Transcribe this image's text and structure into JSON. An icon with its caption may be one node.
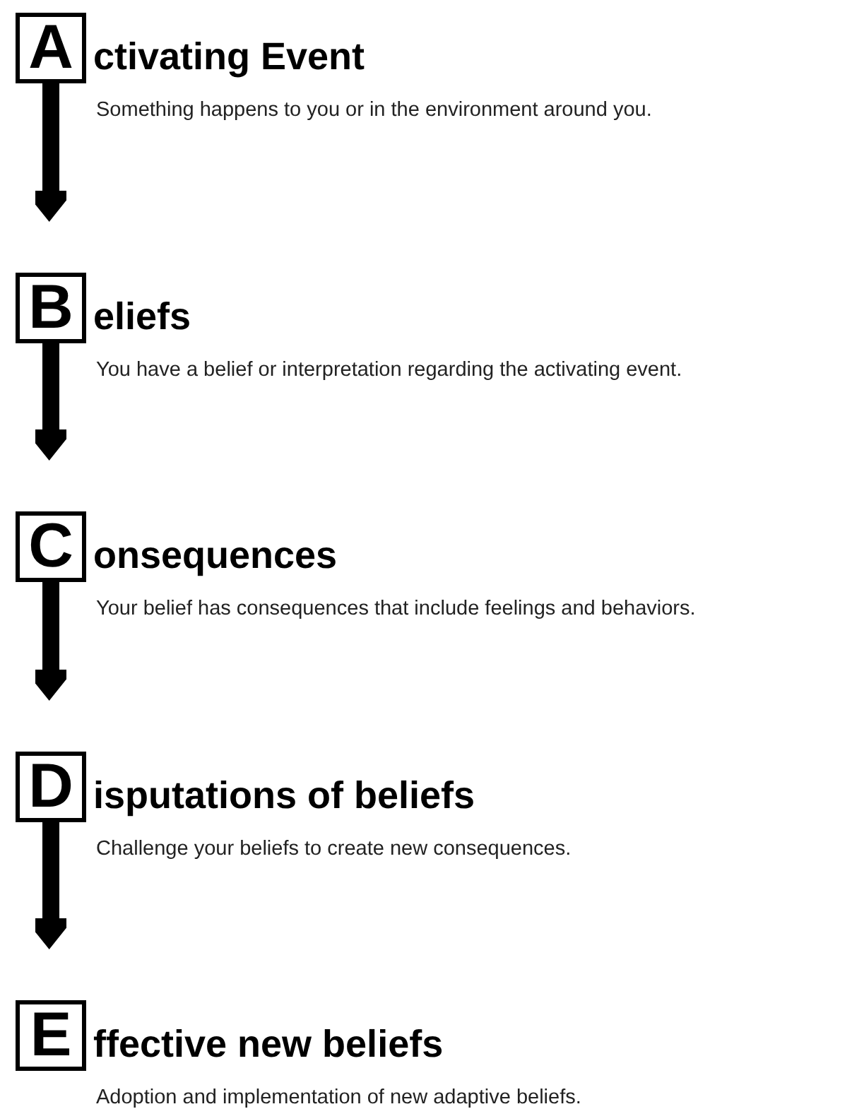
{
  "diagram": {
    "nodes": [
      {
        "text": [
          "A"
        ],
        "beside": [
          "ctivating Event",
          "Something happens to you or in the environment around you."
        ]
      },
      {
        "text": [
          "B"
        ],
        "beside": [
          "eliefs",
          "You have a belief or interpretation regarding the activating event."
        ]
      },
      {
        "text": [
          "C"
        ],
        "beside": [
          "onsequences",
          "Your belief has consequences that include feelings and behaviors."
        ]
      },
      {
        "text": [
          "D"
        ],
        "beside": [
          "isputations of beliefs",
          "Challenge your beliefs to create new consequences."
        ]
      },
      {
        "text": [
          "E"
        ],
        "beside": [
          "ffective new beliefs",
          "Adoption and implementation of new adaptive beliefs."
        ]
      }
    ],
    "edges": [
      {
        "from": 0,
        "to": 1,
        "arrow": "to"
      },
      {
        "from": 1,
        "to": 2,
        "arrow": "to"
      },
      {
        "from": 2,
        "to": 3,
        "arrow": "to"
      },
      {
        "from": 3,
        "to": 4,
        "arrow": "to"
      }
    ]
  }
}
